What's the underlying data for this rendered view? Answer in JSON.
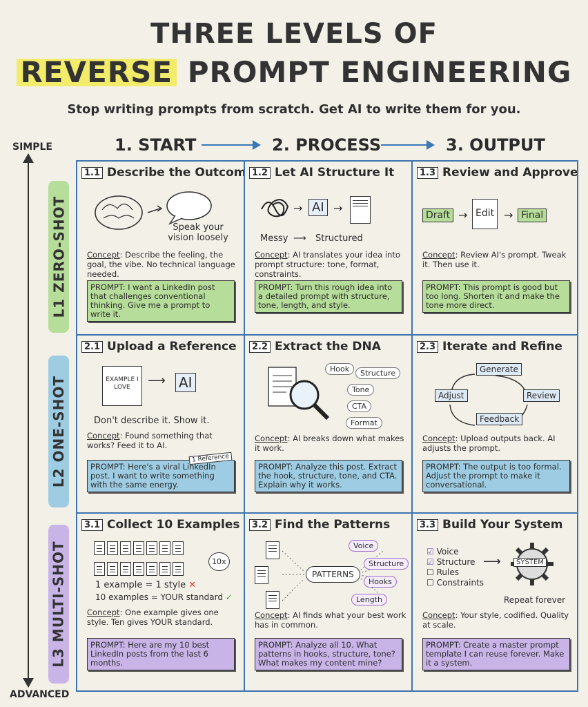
{
  "header": {
    "title_line1": "THREE LEVELS OF",
    "title_highlight": "REVERSE",
    "title_rest": "PROMPT ENGINEERING",
    "subtitle": "Stop writing prompts from scratch. Get AI to write them for you."
  },
  "axis": {
    "top": "SIMPLE",
    "bottom": "ADVANCED"
  },
  "columns": [
    "1. START",
    "2. PROCESS",
    "3. OUTPUT"
  ],
  "levels": [
    {
      "label": "L1 ZERO-SHOT",
      "color": "#b7dd9a"
    },
    {
      "label": "L2 ONE-SHOT",
      "color": "#9ecde3"
    },
    {
      "label": "L3 MULTI-SHOT",
      "color": "#c9b4e8"
    }
  ],
  "cells": {
    "c11": {
      "num": "1.1",
      "title": "Describe the Outcome",
      "caption": "Speak your vision loosely",
      "concept_key": "Concept",
      "concept": ": Describe the feeling, the goal, the vibe. No technical language needed.",
      "prompt": "PROMPT: I want a LinkedIn post that challenges conventional thinking. Give me a prompt to write it."
    },
    "c12": {
      "num": "1.2",
      "title": "Let AI Structure It",
      "ai": "AI",
      "messy": "Messy",
      "structured": "Structured",
      "concept_key": "Concept",
      "concept": ": AI translates your idea into prompt structure: tone, format, constraints.",
      "prompt": "PROMPT: Turn this rough idea into a detailed prompt with structure, tone, length, and style."
    },
    "c13": {
      "num": "1.3",
      "title": "Review and Approve",
      "draft": "Draft",
      "edit": "Edit",
      "final": "Final",
      "concept_key": "Concept",
      "concept": ": Review AI's prompt. Tweak it. Then use it.",
      "prompt": "PROMPT: This prompt is good but too long. Shorten it and make the tone more direct."
    },
    "c21": {
      "num": "2.1",
      "title": "Upload a Reference",
      "example": "EXAMPLE I LOVE",
      "ai": "AI",
      "caption": "Don't describe it. Show it.",
      "badge": "1 Reference",
      "concept_key": "Concept",
      "concept": ": Found something that works? Feed it to AI.",
      "prompt": "PROMPT: Here's a viral LinkedIn post. I want to write something with the same energy."
    },
    "c22": {
      "num": "2.2",
      "title": "Extract the DNA",
      "tags": [
        "Hook",
        "Structure",
        "Tone",
        "CTA",
        "Format"
      ],
      "concept_key": "Concept",
      "concept": ": AI breaks down what makes it work.",
      "prompt": "PROMPT: Analyze this post. Extract the hook, structure, tone, and CTA. Explain why it works."
    },
    "c23": {
      "num": "2.3",
      "title": "Iterate and Refine",
      "loop": [
        "Generate",
        "Review",
        "Feedback",
        "Adjust"
      ],
      "concept_key": "Concept",
      "concept": ": Upload outputs back. AI adjusts the prompt.",
      "prompt": "PROMPT: The output is too formal. Adjust the prompt to make it conversational."
    },
    "c31": {
      "num": "3.1",
      "title": "Collect 10 Examples",
      "badge": "10x",
      "line1": "1 example = 1 style",
      "line2": "10 examples = YOUR standard",
      "concept_key": "Concept",
      "concept": ": One example gives one style. Ten gives YOUR standard.",
      "prompt": "PROMPT: Here are my 10 best LinkedIn posts from the last 6 months."
    },
    "c32": {
      "num": "3.2",
      "title": "Find the Patterns",
      "center": "PATTERNS",
      "tags": [
        "Voice",
        "Structure",
        "Hooks",
        "Length"
      ],
      "concept_key": "Concept",
      "concept": ": AI finds what your best work has in common.",
      "prompt": "PROMPT: Analyze all 10. What patterns in hooks, structure, tone? What makes my content mine?"
    },
    "c33": {
      "num": "3.3",
      "title": "Build Your System",
      "checks": [
        "Voice",
        "Structure",
        "Rules",
        "Constraints"
      ],
      "system": "SYSTEM",
      "repeat": "Repeat forever",
      "concept_key": "Concept",
      "concept": ": Your style, codified. Quality at scale.",
      "prompt": "PROMPT: Create a master prompt template I can reuse forever. Make it a system."
    }
  }
}
